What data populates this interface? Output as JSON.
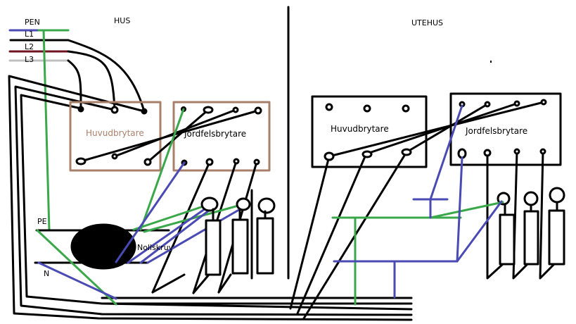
{
  "labels": {
    "pen": "PEN",
    "l1": "L1",
    "l2": "L2",
    "l3": "L3",
    "hus": "HUS",
    "utehus": "UTEHUS",
    "pe": "PE",
    "n": "N",
    "nollskruv": "Nollskruv"
  },
  "hus": {
    "main_switch": "Huvudbrytare",
    "rcd": "Jordfelsbrytare"
  },
  "utehus": {
    "main_switch": "Huvudbrytare",
    "rcd": "Jordfelsbrytare"
  },
  "colors": {
    "neutral": "#4a4ab4",
    "earth": "#3aa84a",
    "phase": "#000000",
    "l2": "#6e1420",
    "l3": "#c0c0c0",
    "box_hus": "#a8806a"
  }
}
